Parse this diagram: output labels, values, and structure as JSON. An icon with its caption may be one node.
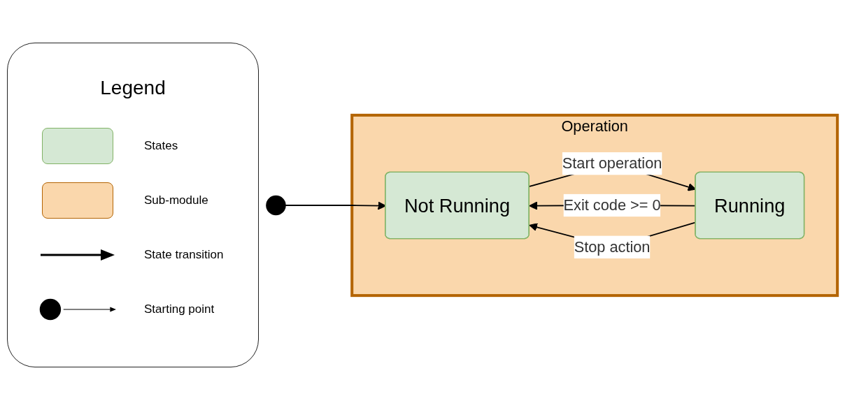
{
  "diagram": {
    "nodes": [
      {
        "text": [],
        "shape": "circle"
      },
      {
        "text": [
          "Operation"
        ]
      },
      {
        "text": [
          "Not Running"
        ],
        "in": 1
      },
      {
        "text": [
          "Running"
        ],
        "in": 1
      }
    ],
    "edges": [
      {
        "from": 0,
        "to": 2,
        "arrow": "to"
      },
      {
        "from": 2,
        "to": 3,
        "label": "Start operation",
        "arrow": "to"
      },
      {
        "from": 3,
        "to": 2,
        "label": "Exit code >= 0",
        "arrow": "to"
      },
      {
        "from": 3,
        "to": 2,
        "label": "Stop action",
        "arrow": "to"
      }
    ],
    "labels": [
      "Legend"
    ],
    "legend": [
      {
        "text": "States",
        "color": "#d5e8d4"
      },
      {
        "text": "Sub-module",
        "color": "#fad7ac"
      },
      {
        "text": "State transition"
      },
      {
        "text": "Starting point"
      }
    ]
  }
}
